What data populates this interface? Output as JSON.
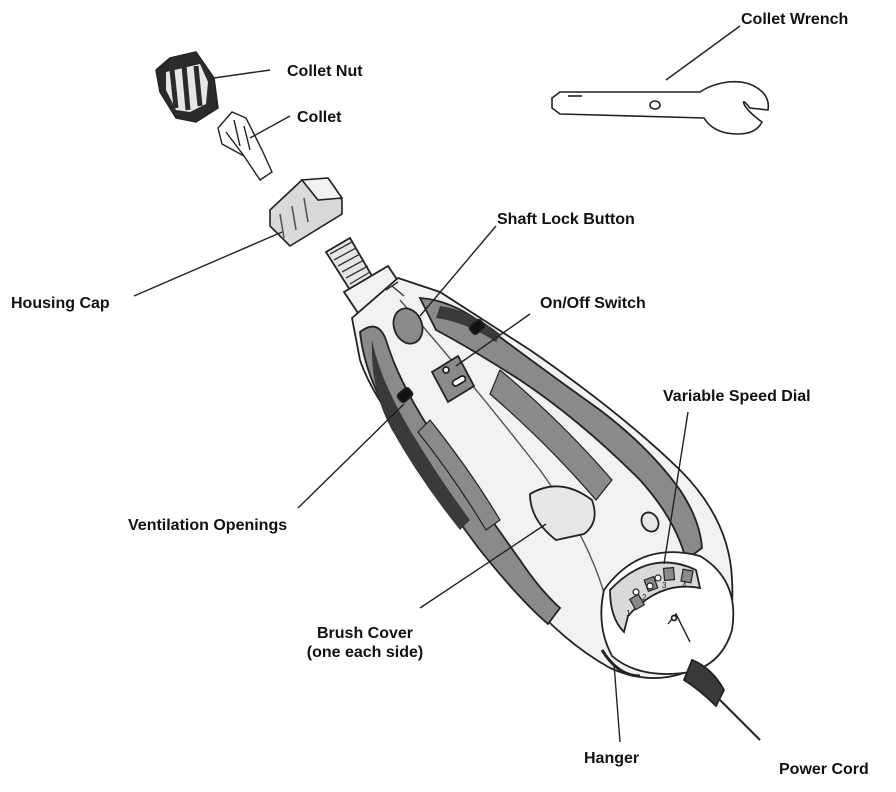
{
  "labels": {
    "collet_wrench": "Collet Wrench",
    "collet_nut": "Collet Nut",
    "collet": "Collet",
    "shaft_lock_button": "Shaft Lock Button",
    "housing_cap": "Housing Cap",
    "on_off_switch": "On/Off Switch",
    "variable_speed_dial": "Variable Speed Dial",
    "ventilation_openings": "Ventilation Openings",
    "brush_cover_line1": "Brush Cover",
    "brush_cover_line2": "(one each side)",
    "hanger": "Hanger",
    "power_cord": "Power Cord"
  },
  "dial_marks": [
    "1",
    "2",
    "3",
    "4"
  ],
  "colors": {
    "line": "#222222",
    "body_light": "#f2f2f2",
    "grip_mid": "#8a8a8a",
    "grip_dark": "#3a3a3a",
    "panel": "#d9d9d9"
  }
}
